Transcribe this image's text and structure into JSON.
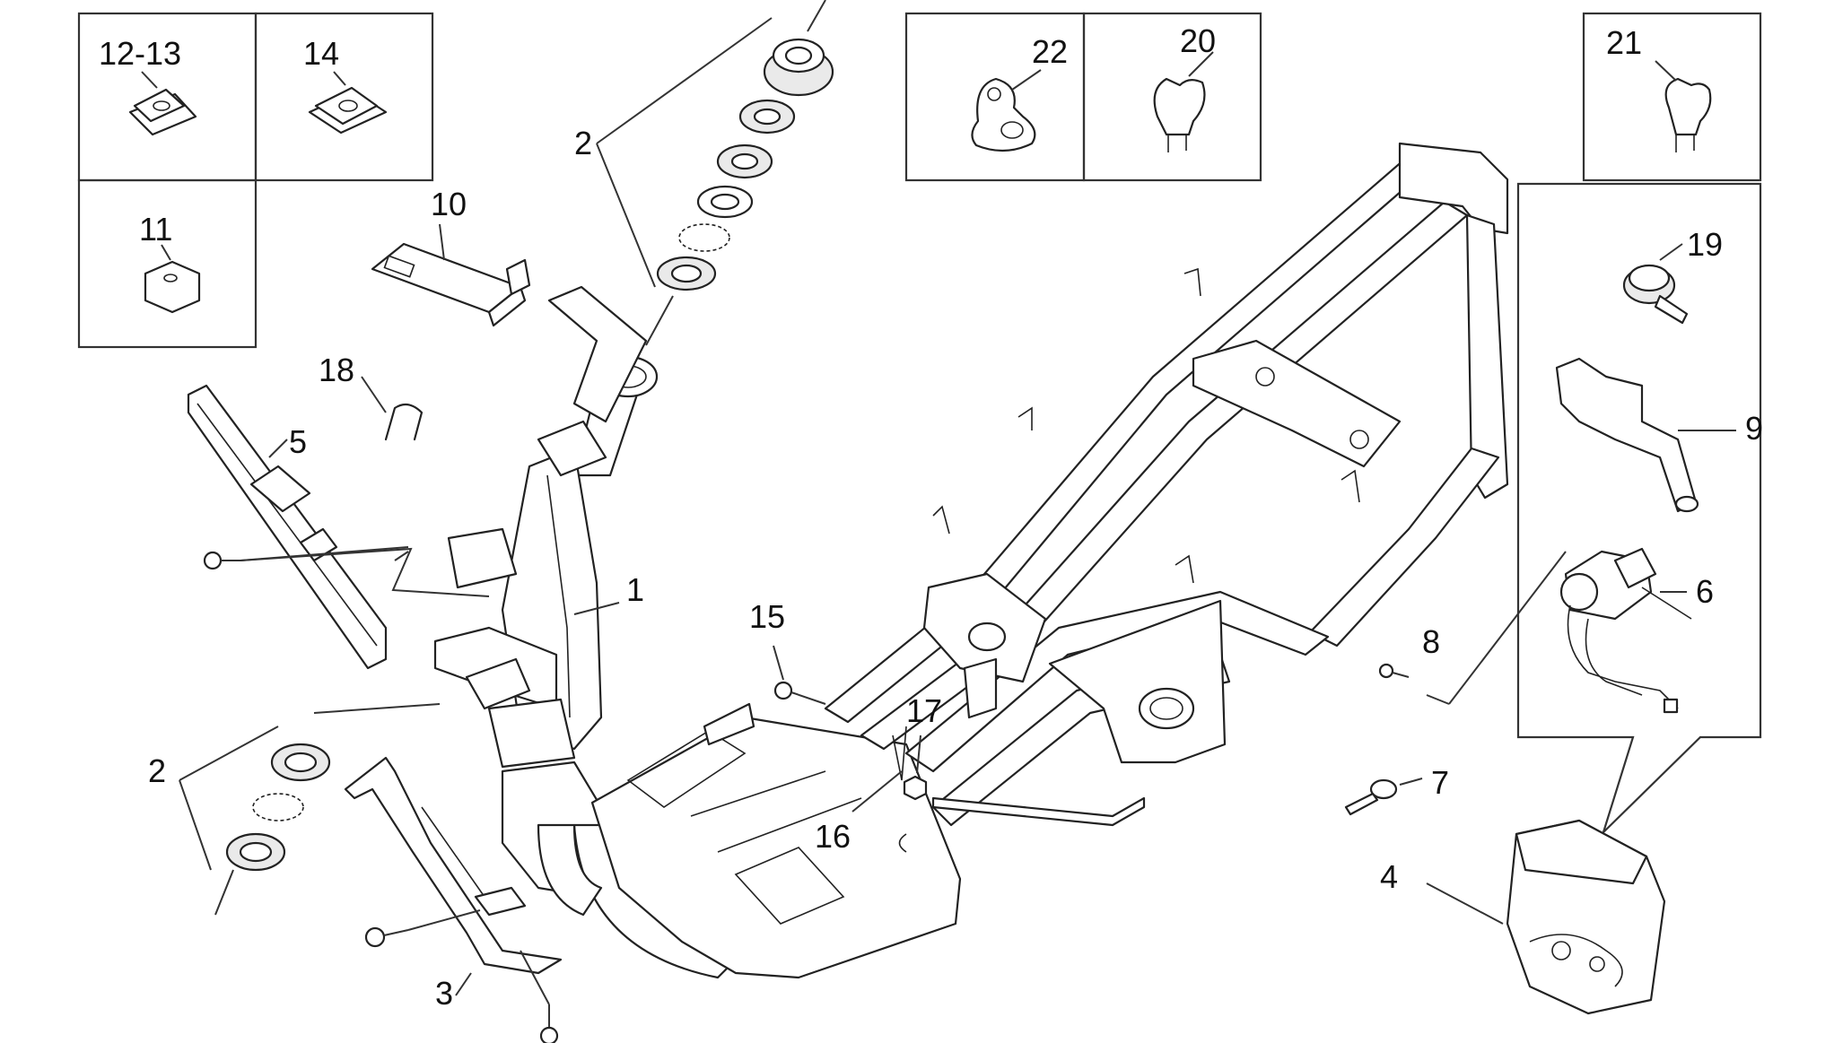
{
  "labels": {
    "l1": "1",
    "l2a": "2",
    "l2b": "2",
    "l3": "3",
    "l4": "4",
    "l5": "5",
    "l6": "6",
    "l7": "7",
    "l8": "8",
    "l9": "9",
    "l10": "10",
    "l11": "11",
    "l12_13": "12-13",
    "l14": "14",
    "l15": "15",
    "l16": "16",
    "l17": "17",
    "l18": "18",
    "l19": "19",
    "l20": "20",
    "l21": "21",
    "l22": "22"
  },
  "icons": [
    "frame",
    "steering-bearing-set",
    "bracket",
    "kit-bag",
    "screw",
    "clip",
    "nut",
    "lock",
    "key",
    "spring-clip",
    "cable-clamp"
  ]
}
